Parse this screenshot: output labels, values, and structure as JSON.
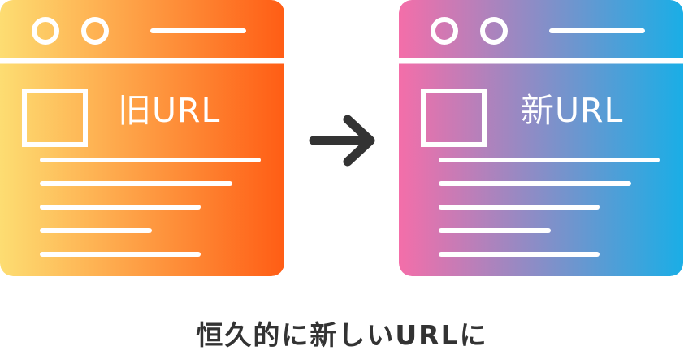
{
  "old_window": {
    "label": "旧URL",
    "gradient_start": "#fddd72",
    "gradient_end": "#ff5d15"
  },
  "new_window": {
    "label": "新URL",
    "gradient_start": "#f46ea9",
    "gradient_end": "#1aaee6"
  },
  "arrow": {
    "icon": "right-arrow-icon",
    "color": "#333333"
  },
  "caption": "恒久的に新しいURLに"
}
